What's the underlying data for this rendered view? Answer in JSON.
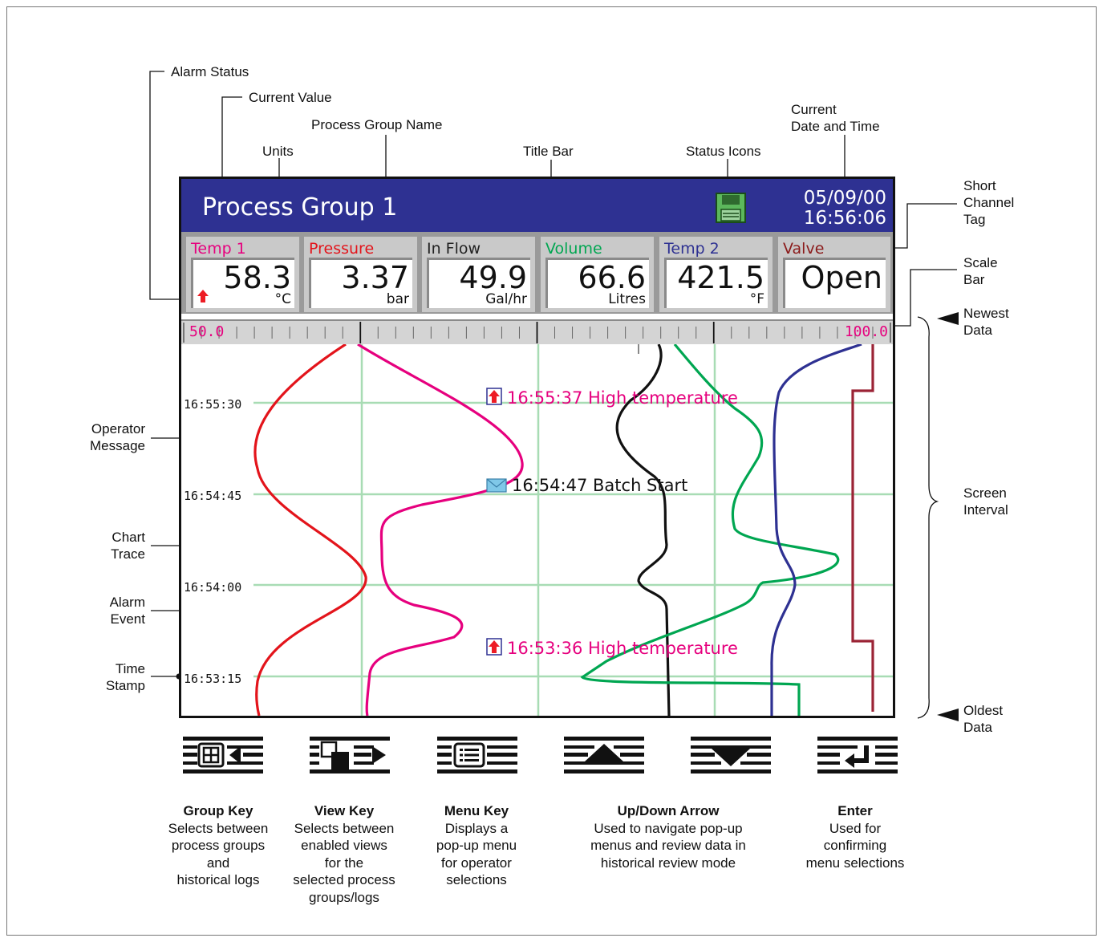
{
  "callouts": {
    "alarm_status": "Alarm Status",
    "current_value": "Current Value",
    "process_group_name": "Process Group Name",
    "units": "Units",
    "title_bar": "Title Bar",
    "status_icons": "Status Icons",
    "current_date_time": [
      "Current",
      "Date and Time"
    ],
    "short_channel_tag": [
      "Short",
      "Channel",
      "Tag"
    ],
    "scale_bar": [
      "Scale",
      "Bar"
    ],
    "newest_data": [
      "Newest",
      "Data"
    ],
    "screen_interval": [
      "Screen",
      "Interval"
    ],
    "oldest_data": [
      "Oldest",
      "Data"
    ],
    "operator_message": [
      "Operator",
      "Message"
    ],
    "chart_trace": [
      "Chart",
      "Trace"
    ],
    "alarm_event": [
      "Alarm",
      "Event"
    ],
    "time_stamp": [
      "Time",
      "Stamp"
    ]
  },
  "screen": {
    "title": "Process Group 1",
    "date": "05/09/00",
    "time": "16:56:06",
    "status_icon": "floppy-disk-icon",
    "channels": [
      {
        "tag": "Temp 1",
        "value": "58.3",
        "unit": "°C",
        "color": "#e6007e",
        "alarm": true
      },
      {
        "tag": "Pressure",
        "value": "3.37",
        "unit": "bar",
        "color": "#e3141b",
        "alarm": false
      },
      {
        "tag": "In Flow",
        "value": "49.9",
        "unit": "Gal/hr",
        "color": "#222222",
        "alarm": false
      },
      {
        "tag": "Volume",
        "value": "66.6",
        "unit": "Litres",
        "color": "#00a651",
        "alarm": false
      },
      {
        "tag": "Temp 2",
        "value": "421.5",
        "unit": "°F",
        "color": "#2e3192",
        "alarm": false
      },
      {
        "tag": "Valve",
        "value": "Open",
        "unit": "",
        "color": "#8b1a1a",
        "alarm": false
      }
    ],
    "scale": {
      "min": "50.0",
      "max": "100.0"
    },
    "timestamps": [
      "16:55:30",
      "16:54:45",
      "16:54:00",
      "16:53:15"
    ],
    "events": [
      {
        "time": "16:55:37",
        "text": "High temperature",
        "type": "alarm"
      },
      {
        "time": "16:54:47",
        "text": "Batch Start",
        "type": "message"
      },
      {
        "time": "16:53:36",
        "text": "High temperature",
        "type": "alarm"
      }
    ]
  },
  "keys": [
    {
      "name": "Group Key",
      "desc": [
        "Selects between",
        "process groups",
        "and",
        "historical logs"
      ],
      "icon": "group-key-icon"
    },
    {
      "name": "View Key",
      "desc": [
        "Selects between",
        "enabled views",
        "for the",
        "selected process",
        "groups/logs"
      ],
      "icon": "view-key-icon"
    },
    {
      "name": "Menu Key",
      "desc": [
        "Displays a",
        "pop-up menu",
        "for operator",
        "selections"
      ],
      "icon": "menu-key-icon"
    },
    {
      "name": "Up/Down Arrow",
      "desc": [
        "Used to navigate pop-up",
        "menus and review data in",
        "historical review mode"
      ],
      "icon": "up-arrow-key-icon"
    },
    {
      "name": "Enter",
      "desc": [
        "Used for",
        "confirming",
        "menu selections"
      ],
      "icon": "enter-key-icon"
    }
  ],
  "colors": {
    "title_bar": "#2e3192",
    "grid": "#a8dcb4",
    "alarm_text": "#e6007e",
    "alarm_arrow": "#ed1c24",
    "message_icon": "#7fc8e8"
  }
}
